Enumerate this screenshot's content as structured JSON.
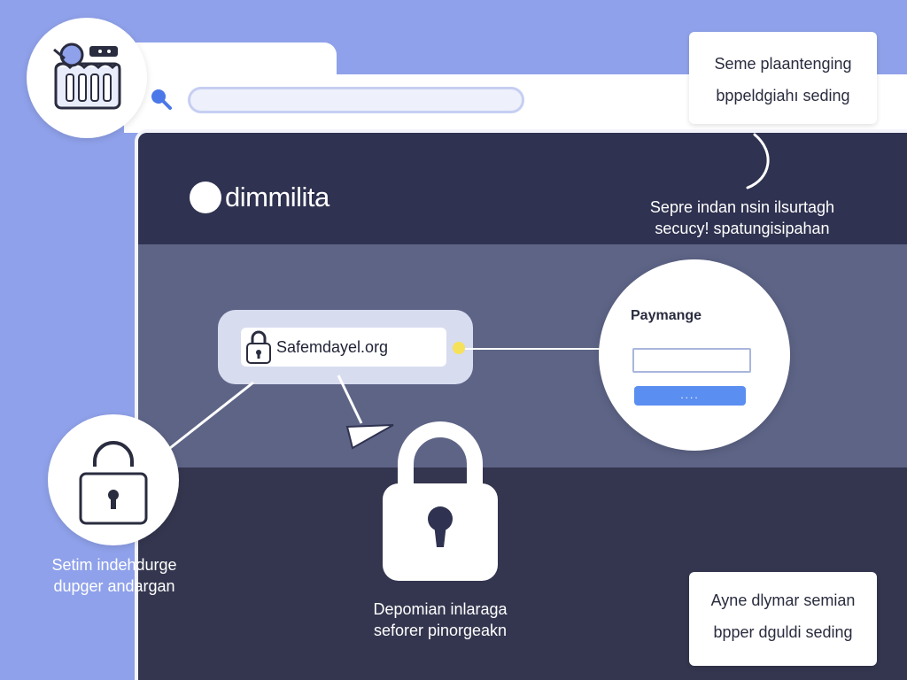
{
  "browser": {
    "address_value": ""
  },
  "brand": {
    "name": "dimmilita"
  },
  "header_note": {
    "line1": "Sepre indan nsin ilsurtagh",
    "line2": "secucy! spatungisipahan"
  },
  "callout_top": {
    "line1": "Seme plaantenging",
    "line2": "bppeldgiahı seding"
  },
  "callout_bottom": {
    "line1": "Ayne dlymar semian",
    "line2": "bpper dguldi seding"
  },
  "url_field": {
    "value": "Safemdayel.org"
  },
  "payment": {
    "title": "Paymange",
    "input_value": "",
    "button_label": "...."
  },
  "left_caption": {
    "line1": "Setim indehdurge",
    "line2": "dupger andargan"
  },
  "center_caption": {
    "line1": "Depomian inlaraga",
    "line2": "seforer pinorgeakn"
  },
  "icons": {
    "logo": "shopping-cart-icon",
    "search": "search-icon",
    "url_lock": "padlock-icon",
    "left_lock": "padlock-icon",
    "center_lock": "padlock-icon"
  },
  "colors": {
    "background": "#8fa1ea",
    "viewport_dark": "#34364f",
    "viewport_band": "#5d6486",
    "accent_button": "#5a8ef0",
    "connector_dot": "#f6e15a"
  }
}
